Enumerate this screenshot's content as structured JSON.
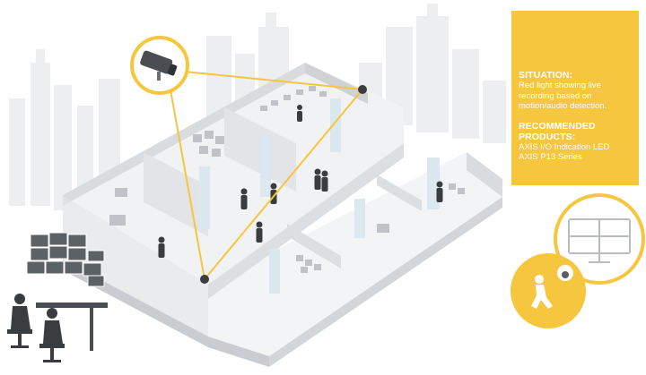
{
  "info_panel": {
    "situation_heading": "SITUATION:",
    "situation_text": "Red light showing live recording based on motion/audio detection.",
    "recommended_heading": "RECOMMENDED PRODUCTS:",
    "products": [
      "AXIS I/O Indication LED",
      "AXIS P13 Series"
    ]
  },
  "colors": {
    "accent": "#f6c63e",
    "wall": "#e4e6e8",
    "wall_side": "#d3d6d9",
    "floor": "#f1f2f3",
    "skyline": "#eceef0",
    "figure": "#3a3d40",
    "glass": "#dce8f0"
  },
  "icons": [
    "bullet-camera-icon",
    "monitor-icon",
    "walking-person-icon",
    "dome-camera-icon"
  ]
}
